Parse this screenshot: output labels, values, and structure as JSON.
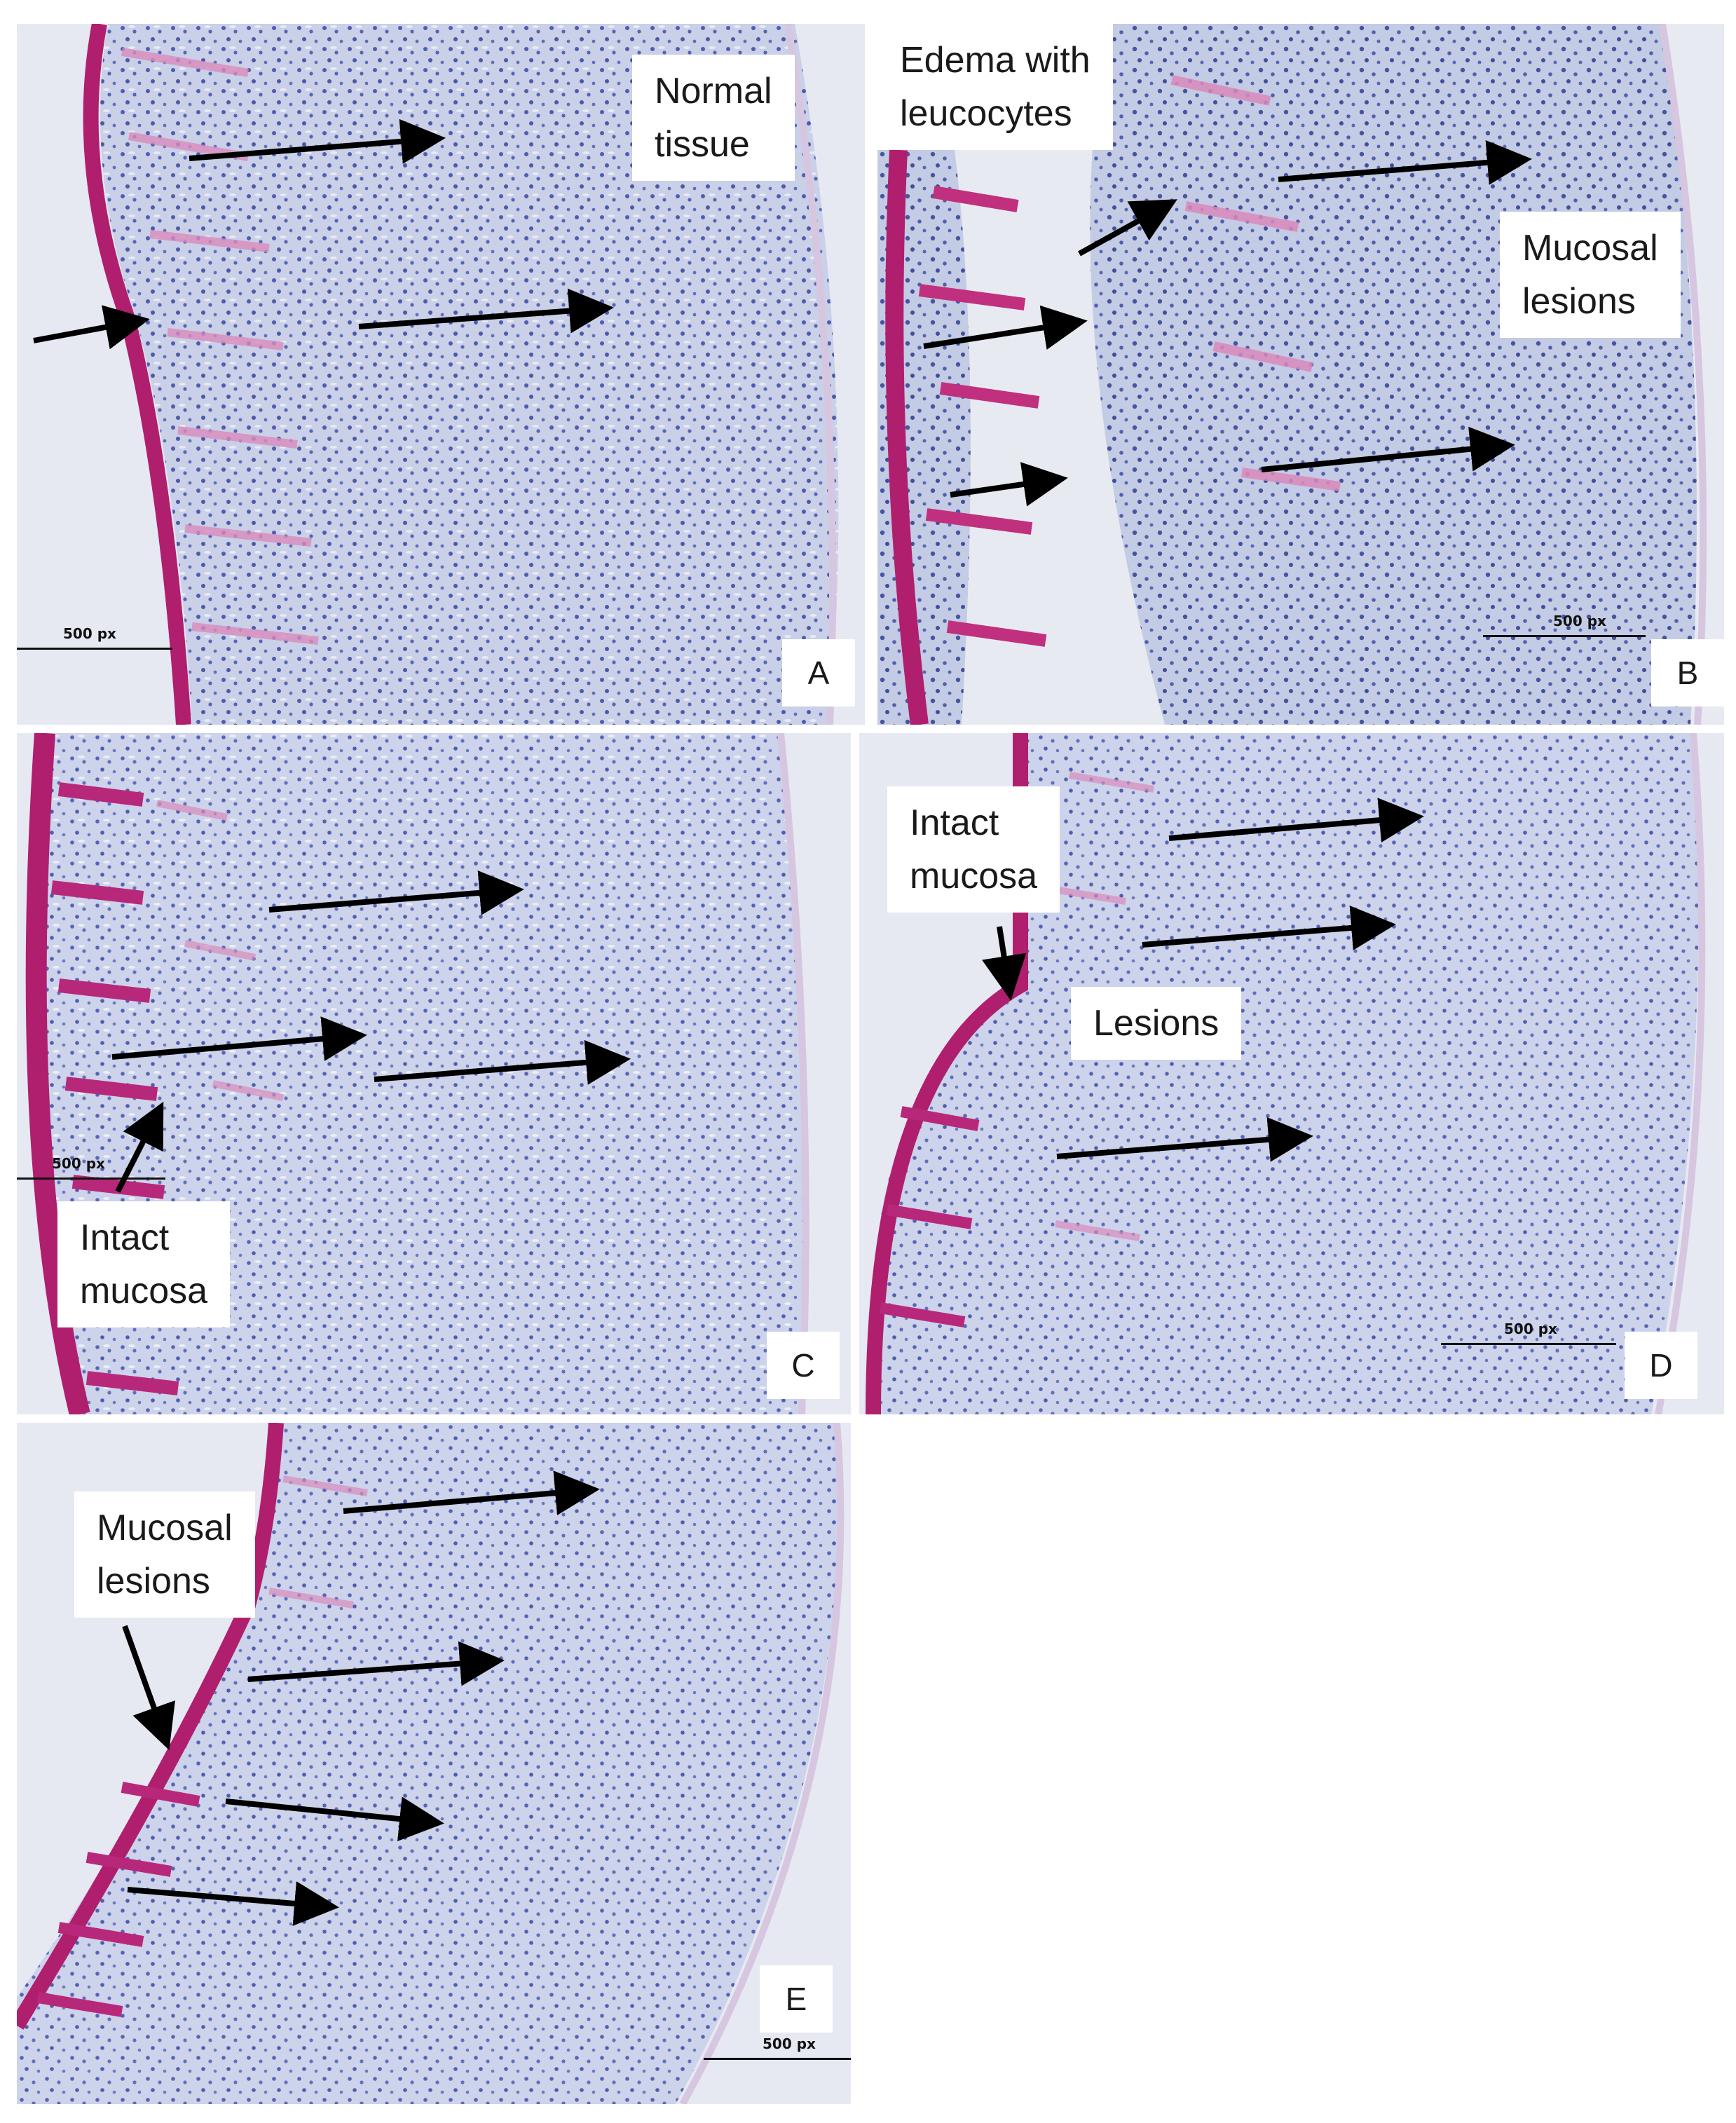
{
  "figure": {
    "panels": [
      {
        "letter": "A",
        "scale": "500 px",
        "labels": [
          "Normal\ntissue"
        ]
      },
      {
        "letter": "B",
        "scale": "500 px",
        "labels": [
          "Edema with\nleucocytes",
          "Mucosal\nlesions"
        ]
      },
      {
        "letter": "C",
        "scale": "500 px",
        "labels": [
          "Intact\nmucosa"
        ]
      },
      {
        "letter": "D",
        "scale": "500 px",
        "labels": [
          "Intact\nmucosa",
          "Lesions"
        ]
      },
      {
        "letter": "E",
        "scale": "500 px",
        "labels": [
          "Mucosal\nlesions"
        ]
      }
    ]
  },
  "colors": {
    "tissue_base": "#c8cfe6",
    "nuclei": "#4a5aa8",
    "mucosa_edge": "#b01e6e",
    "pink_stain": "#d98abb",
    "arrow": "#000000"
  }
}
